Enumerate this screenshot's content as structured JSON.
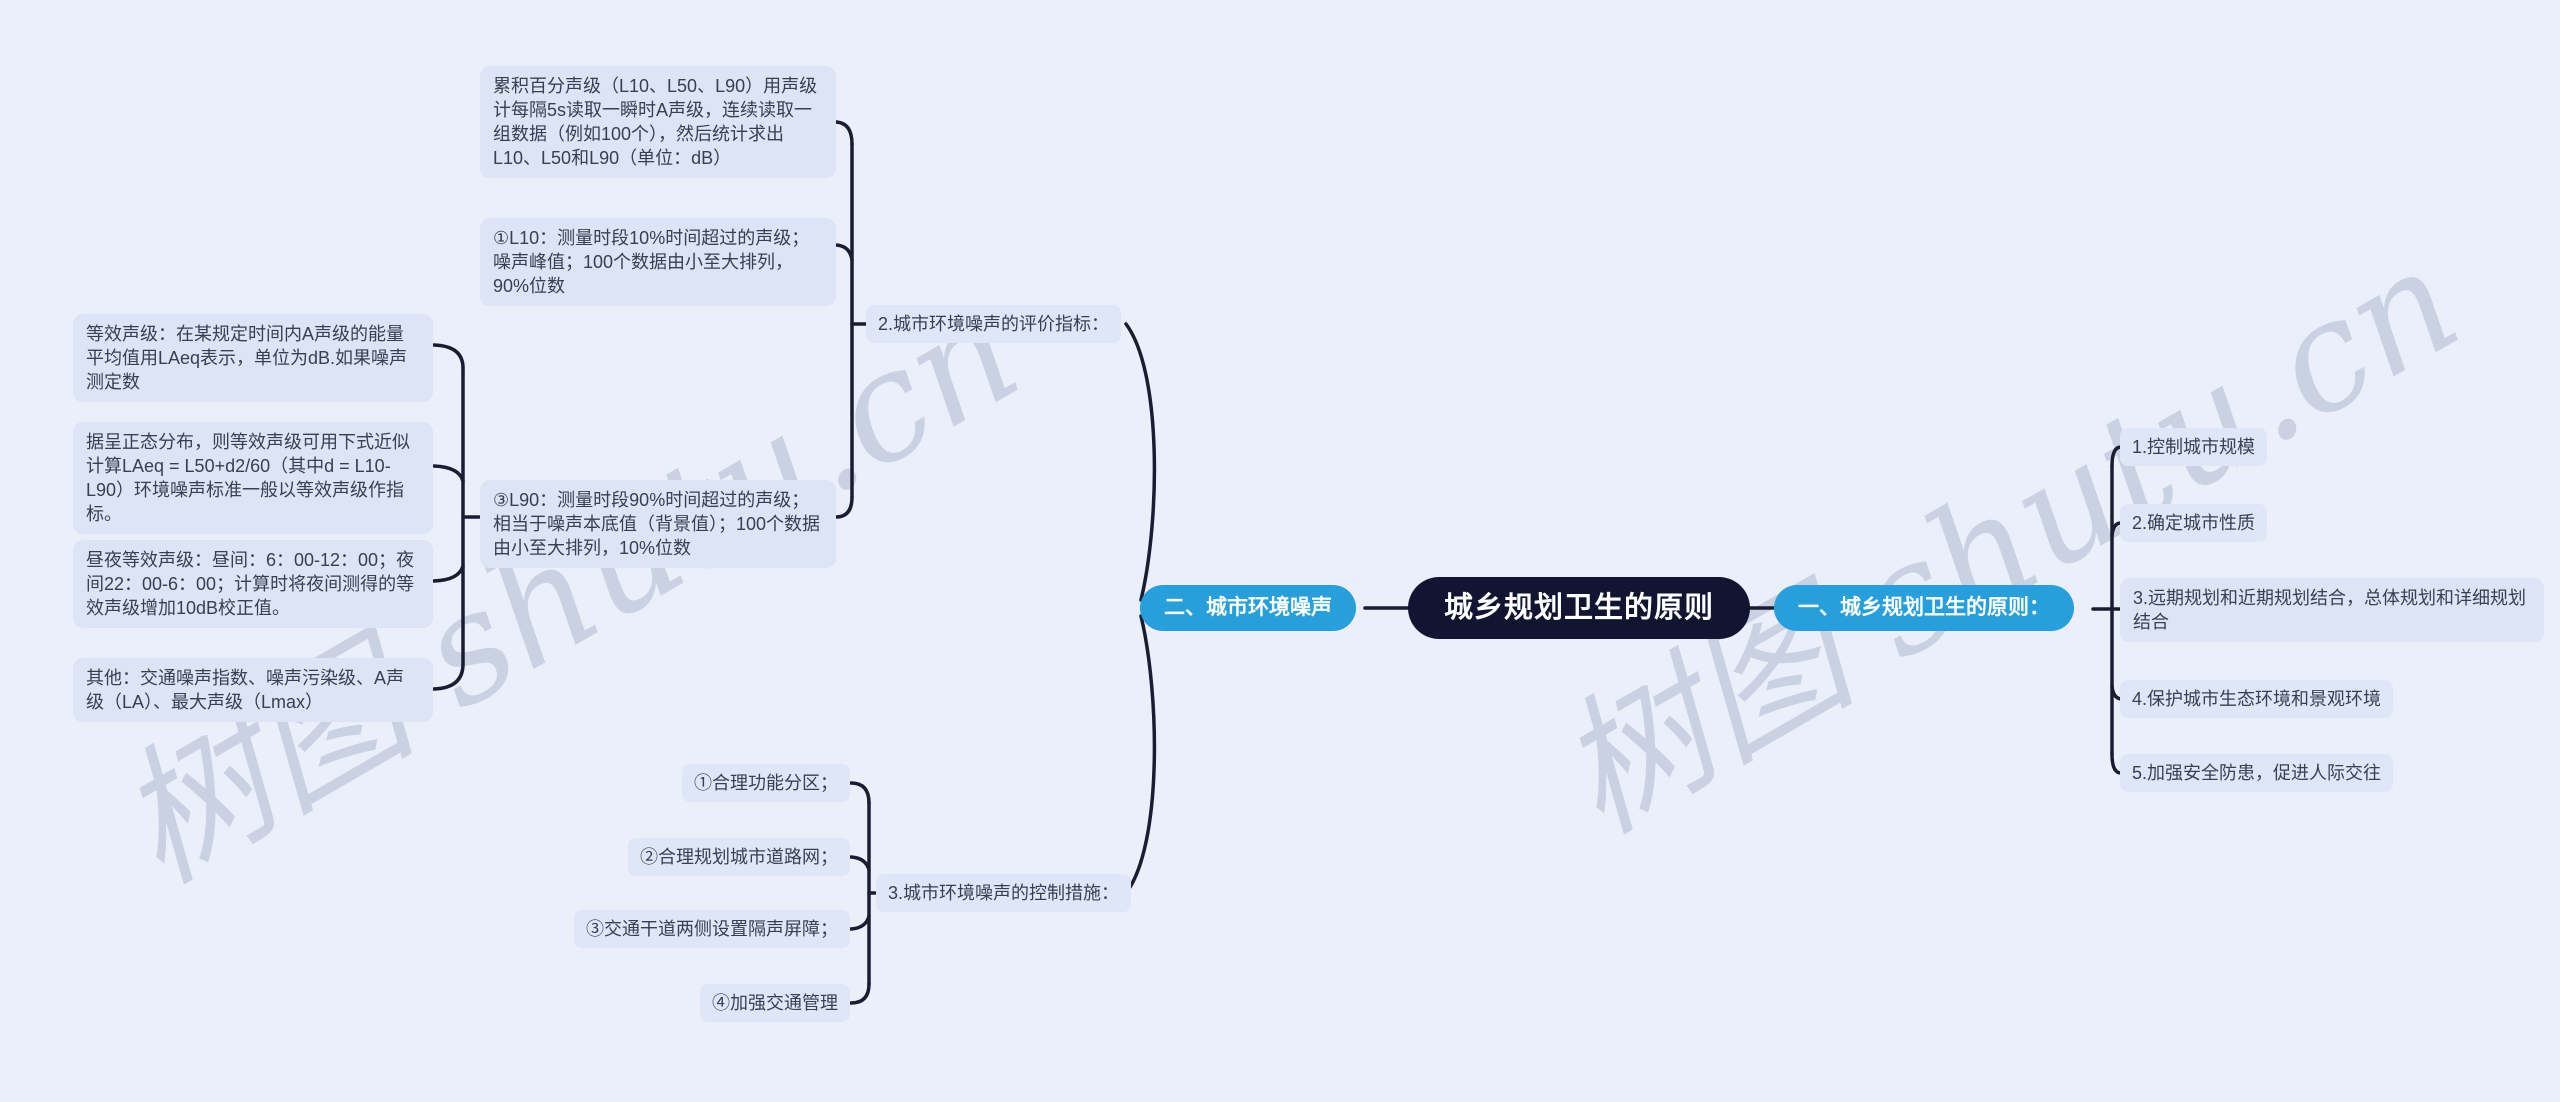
{
  "root": {
    "label": "城乡规划卫生的原则"
  },
  "branch_noise": {
    "label": "二、城市环境噪声",
    "indicators": {
      "label": "2.城市环境噪声的评价指标：",
      "cumulative": "累积百分声级（L10、L50、L90）用声级计每隔5s读取一瞬时A声级，连续读取一组数据（例如100个），然后统计求出L10、L50和L90（单位：dB）",
      "l10": "①L10：测量时段10%时间超过的声级；噪声峰值；100个数据由小至大排列，90%位数",
      "l90": "③L90：测量时段90%时间超过的声级；相当于噪声本底值（背景值）；100个数据由小至大排列，10%位数",
      "leq": "等效声级：在某规定时间内A声级的能量平均值用LAeq表示，单位为dB.如果噪声测定数",
      "leq_formula": "据呈正态分布，则等效声级可用下式近似计算LAeq = L50+d2/60（其中d = L10-L90）环境噪声标准一般以等效声级作指标。",
      "day_night": "昼夜等效声级：昼间：6：00-12：00；夜间22：00-6：00；计算时将夜间测得的等效声级增加10dB校正值。",
      "other": "其他：交通噪声指数、噪声污染级、A声级（LA）、最大声级（Lmax）"
    },
    "measures": {
      "label": "3.城市环境噪声的控制措施：",
      "items": [
        "①合理功能分区；",
        "②合理规划城市道路网；",
        "③交通干道两侧设置隔声屏障；",
        "④加强交通管理"
      ]
    }
  },
  "branch_planning": {
    "label": "一、城乡规划卫生的原则：",
    "items": [
      "1.控制城市规模",
      "2.确定城市性质",
      "3.远期规划和近期规划结合，总体规划和详细规划结合",
      "4.保护城市生态环境和景观环境",
      "5.加强安全防患，促进人际交往"
    ]
  },
  "watermark": {
    "text": "树图 shutu.cn"
  },
  "colors": {
    "background": "#eaeffa",
    "node_fill": "#dde4f6",
    "node_text": "#3a3e52",
    "branch_pill": "#279fdd",
    "root_fill": "#111532",
    "connector": "#1a1c33",
    "watermark": "#a9b2cb"
  }
}
